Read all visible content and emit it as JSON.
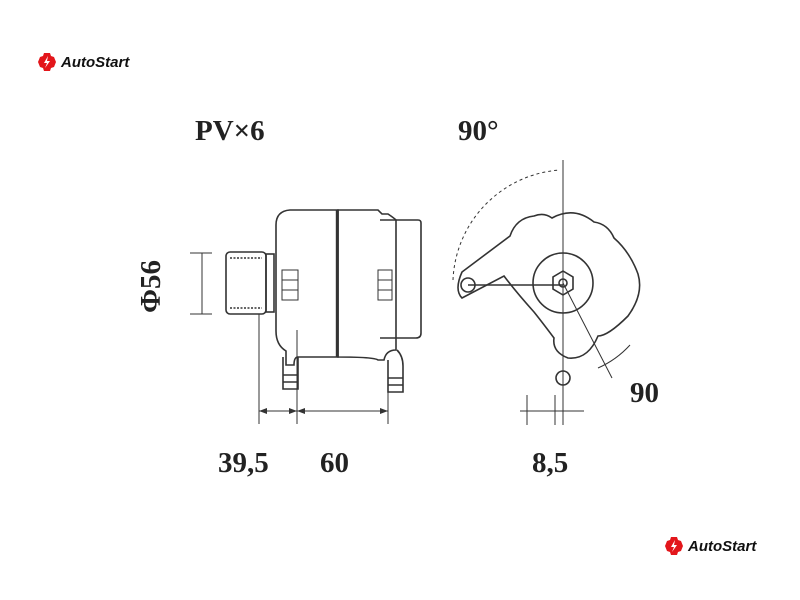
{
  "brand": {
    "logo_top": "AutoStart",
    "logo_bottom": "AutoStart",
    "accent": "#e3161b"
  },
  "labels": {
    "pulley": "PV×6",
    "angle": "90°",
    "diameter": "Φ56",
    "mount_offset": "90",
    "dim_front": "39,5",
    "dim_body": "60",
    "dim_ear": "8,5"
  }
}
